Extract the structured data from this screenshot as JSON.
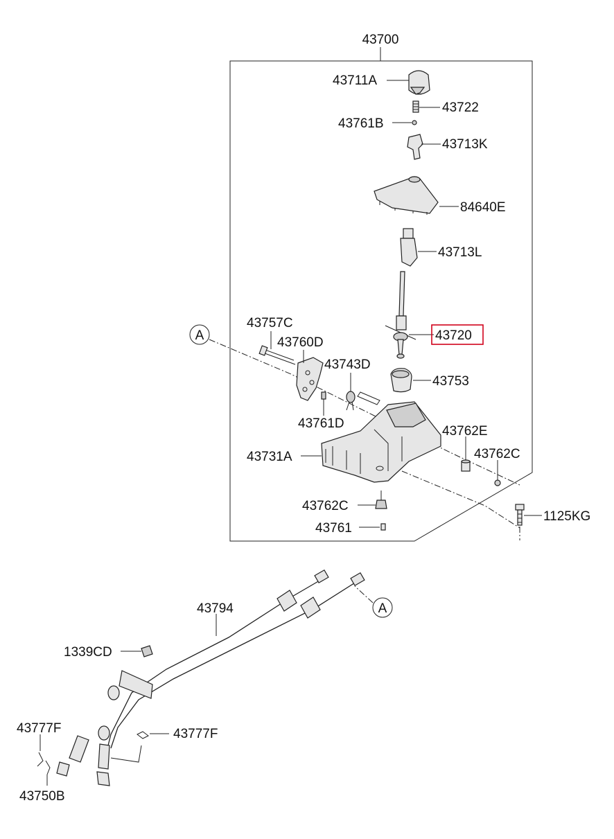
{
  "diagram": {
    "assembly_label": "43700",
    "highlight_color": "#d0021b",
    "callouts": {
      "k43711A": "43711A",
      "k43722": "43722",
      "k43761B": "43761B",
      "k43713K": "43713K",
      "k84640E": "84640E",
      "k43713L": "43713L",
      "k43720": "43720",
      "k43757C": "43757C",
      "k43760D": "43760D",
      "k43743D": "43743D",
      "k43753": "43753",
      "k43761D": "43761D",
      "k43762E": "43762E",
      "k43762C_right": "43762C",
      "k43731A": "43731A",
      "k43762C_bottom": "43762C",
      "k43761": "43761",
      "k1125KG": "1125KG",
      "k43794": "43794",
      "k1339CD": "1339CD",
      "k43777F_left": "43777F",
      "k43777F_right": "43777F",
      "k43750B": "43750B"
    },
    "reference_markers": {
      "upper": "A",
      "lower": "A"
    }
  }
}
